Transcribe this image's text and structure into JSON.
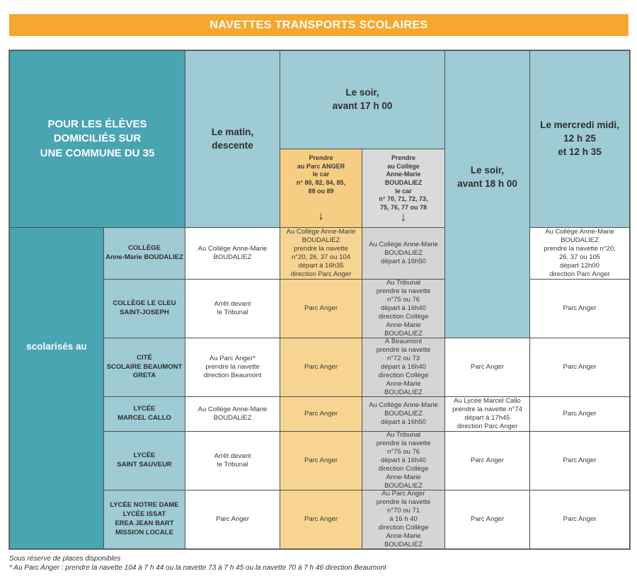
{
  "banner": {
    "title": "NAVETTES TRANSPORTS SCOLAIRES"
  },
  "colors": {
    "banner_orange": "#F6A72E",
    "dark_teal": "#49A5B2",
    "light_teal": "#9FCBD4",
    "orange_cell": "#F7D491",
    "gray_cell": "#D5D5D5",
    "border": "#4f4f4f"
  },
  "header": {
    "audience": "POUR LES ÉLÈVES\nDOMICILIÉS SUR\nUNE COMMUNE DU 35",
    "col_matin": "Le matin,\ndescente",
    "col_soir17": "Le soir,\navant 17 h 00",
    "sub_parc_anger": "Prendre\nau Parc ANGER\nle car\nn° 80, 82, 84, 85,\n88 ou 89",
    "sub_college": "Prendre\nau Collège\nAnne-Marie\nBOUDALIEZ\nle car\nn° 70, 71, 72, 73,\n75, 76, 77 ou 78",
    "arrow_down": "↓",
    "col_soir18": "Le soir,\navant 18 h 00",
    "col_mercredi": "Le mercredi midi,\n12 h 25\net 12 h 35"
  },
  "row_group_label": "scolarisés au",
  "rows": [
    {
      "school": "COLLÈGE\nAnne-Marie BOUDALIEZ",
      "matin": "Au Collège Anne-Marie\nBOUDALIEZ",
      "soir17_parc": "Au Collège Anne-Marie\nBOUDALIEZ\nprendre la navette\nn°20, 26, 37 ou 104\ndépart à 16h35\ndirection Parc Anger",
      "soir17_college": "Au Collège Anne-Marie\nBOUDALIEZ\ndépart à 16h50",
      "mercredi": "Au Collège Anne-Marie\nBOUDALIEZ\nprendre la navette n°20,\n26, 37 ou 105\ndépart 12h00\ndirection Parc Anger"
    },
    {
      "school": "COLLÈGE LE CLEU\nSAINT-JOSEPH",
      "matin": "Arrêt devant\nle Tribunal",
      "soir17_parc": "Parc Anger",
      "soir17_college": "Au Tribunal\nprendre la navette\nn°75 ou 76\ndépart à 16h40\ndirection Collège\nAnne-Marie\nBOUDALIEZ",
      "mercredi": "Parc Anger"
    },
    {
      "school": "CITÉ\nSCOLAIRE BEAUMONT\nGRETA",
      "matin": "Au Parc Anger*\nprendre la navette\ndirection Beaumont",
      "soir17_parc": "Parc Anger",
      "soir17_college": "À Beaumont\nprendre la navette\nn°72 ou 73\ndépart à 16h40\ndirection Collège\nAnne-Marie\nBOUDALIEZ",
      "soir18": "Parc Anger",
      "mercredi": "Parc Anger"
    },
    {
      "school": "LYCÉE\nMARCEL CALLO",
      "matin": "Au Collège Anne-Marie\nBOUDALIEZ",
      "soir17_parc": "Parc Anger",
      "soir17_college": "Au Collège Anne-Marie\nBOUDALIEZ\ndépart à 16h50",
      "soir18": "Au Lycée Marcel Callo\nprendre la navette n°74\ndépart à 17h45\ndirection Parc Anger",
      "mercredi": "Parc Anger"
    },
    {
      "school": "LYCÉE\nSAINT SAUVEUR",
      "matin": "Arrêt devant\nle Tribunal",
      "soir17_parc": "Parc Anger",
      "soir17_college": "Au Tribunal\nprendre la navette\nn°75 ou 76\ndépart à 16h40\ndirection Collège\nAnne-Marie\nBOUDALIEZ",
      "soir18": "Parc Anger",
      "mercredi": "Parc Anger"
    },
    {
      "school": "LYCÉE NOTRE DAME\nLYCÉE ISSAT\nEREA JEAN BART\nMISSION LOCALE",
      "matin": "Parc Anger",
      "soir17_parc": "Parc Anger",
      "soir17_college": "Au Parc Anger\nprendre la navette\nn°70 ou 71\nà 16 h 40\ndirection Collège\nAnne-Marie\nBOUDALIEZ",
      "soir18": "Parc Anger",
      "mercredi": "Parc Anger"
    }
  ],
  "footnotes": [
    "Sous réserve de places disponibles",
    "* Au Parc Anger : prendre la navette 104 à 7 h 44 ou la navette 73 à 7 h 45 ou la navette 70 à 7 h 46 direction Beaumont"
  ]
}
